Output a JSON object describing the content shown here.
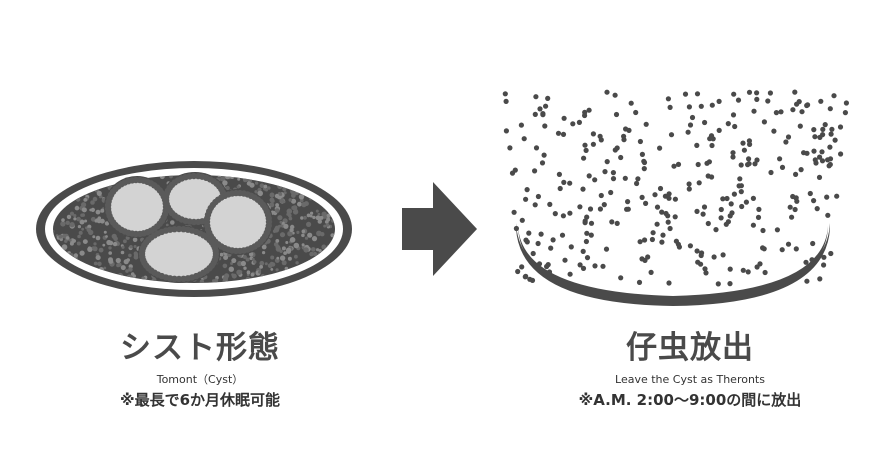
{
  "cyst": {
    "title": "シスト形態",
    "subtitle": "Tomont（Cyst）",
    "note": "※最長で6か月休眠可能"
  },
  "release": {
    "title": "仔虫放出",
    "subtitle": "Leave the Cyst as Theronts",
    "note": "※A.M. 2:00〜9:00の間に放出"
  },
  "colors": {
    "dark": "#4a4a4a",
    "light": "#d3d3d3",
    "white": "#ffffff"
  }
}
